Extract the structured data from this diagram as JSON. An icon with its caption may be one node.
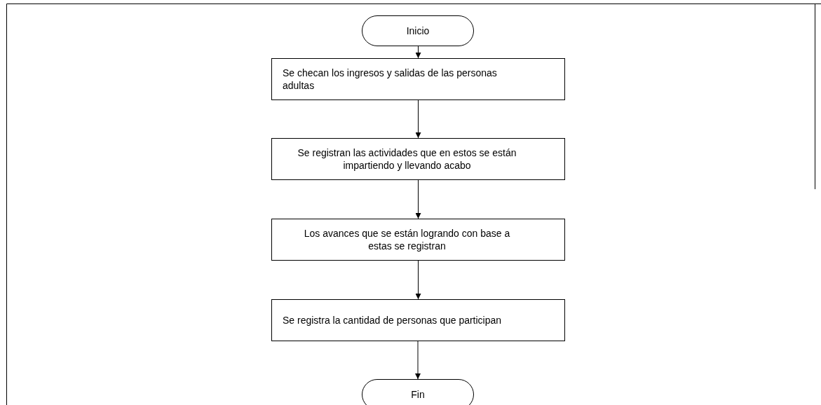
{
  "diagram": {
    "nodes": [
      {
        "text": [
          "Inicio"
        ]
      },
      {
        "text": [
          "Se checan los ingresos y salidas de las personas adultas"
        ]
      },
      {
        "text": [
          "Se registran las actividades que en estos se están impartiendo y llevando acabo"
        ]
      },
      {
        "text": [
          "Los avances que se están logrando con base a estas se registran"
        ]
      },
      {
        "text": [
          "Se registra la cantidad de personas que participan"
        ]
      },
      {
        "text": [
          "Fin"
        ]
      }
    ],
    "edges": [
      {
        "from": 0,
        "to": 1,
        "arrow": "to"
      },
      {
        "from": 1,
        "to": 2,
        "arrow": "to"
      },
      {
        "from": 2,
        "to": 3,
        "arrow": "to"
      },
      {
        "from": 3,
        "to": 4,
        "arrow": "to"
      },
      {
        "from": 4,
        "to": 5,
        "arrow": "to"
      }
    ]
  }
}
